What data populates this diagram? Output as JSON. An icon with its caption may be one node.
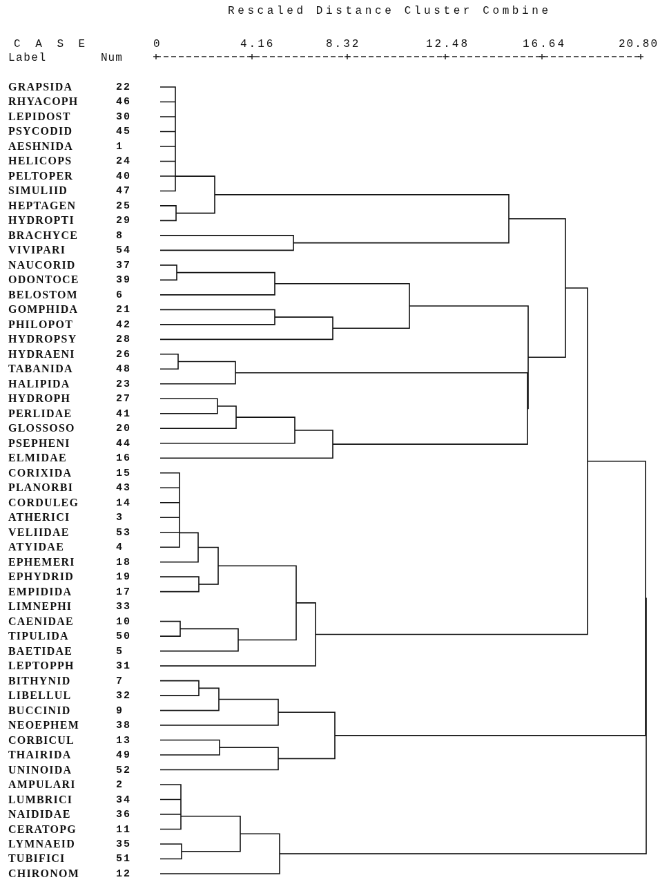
{
  "diagram": {
    "title": "Rescaled Distance Cluster Combine",
    "labels": [
      "C A S E",
      "0",
      "4.16",
      "8.32",
      "12.48",
      "16.64",
      "20.80",
      "Label",
      "Num",
      "GRAPSIDA",
      "22",
      "RHYACOPH",
      "46",
      "LEPIDOST",
      "30",
      "PSYCODID",
      "45",
      "AESHNIDA",
      "1",
      "HELICOPS",
      "24",
      "PELTOPER",
      "40",
      "SIMULIID",
      "47",
      "HEPTAGEN",
      "25",
      "HYDROPTI",
      "29",
      "BRACHYCE",
      "8",
      "VIVIPARI",
      "54",
      "NAUCORID",
      "37",
      "ODONTOCE",
      "39",
      "BELOSTOM",
      "6",
      "GOMPHIDA",
      "21",
      "PHILOPOT",
      "42",
      "HYDROPSY",
      "28",
      "HYDRAENI",
      "26",
      "TABANIDA",
      "48",
      "HALIPIDA",
      "23",
      "HYDROPH",
      "27",
      "PERLIDAE",
      "41",
      "GLOSSOSO",
      "20",
      "PSEPHENI",
      "44",
      "ELMIDAE",
      "16",
      "CORIXIDA",
      "15",
      "PLANORBI",
      "43",
      "CORDULEG",
      "14",
      "ATHERICI",
      "3",
      "VELIIDAE",
      "53",
      "ATYIDAE",
      "4",
      "EPHEMERI",
      "18",
      "EPHYDRID",
      "19",
      "EMPIDIDA",
      "17",
      "LIMNEPHI",
      "33",
      "CAENIDAE",
      "10",
      "TIPULIDA",
      "50",
      "BAETIDAE",
      "5",
      "LEPTOPPH",
      "31",
      "BITHYNID",
      "7",
      "LIBELLUL",
      "32",
      "BUCCINID",
      "9",
      "NEOEPHEM",
      "38",
      "CORBICUL",
      "13",
      "THAIRIDA",
      "49",
      "UNINOIDA",
      "52",
      "AMPULARI",
      "2",
      "LUMBRICI",
      "34",
      "NAIDIDAE",
      "36",
      "CERATOPG",
      "11",
      "LYMNAEID",
      "35",
      "TUBIFICI",
      "51",
      "CHIRONOM",
      "12"
    ]
  }
}
